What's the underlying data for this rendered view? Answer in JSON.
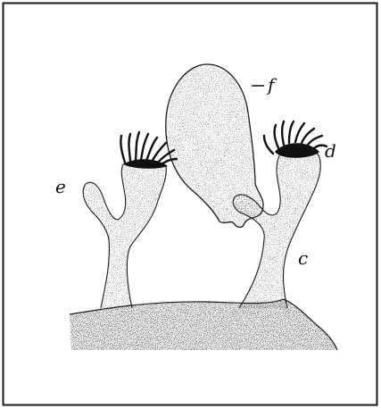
{
  "figure": {
    "labels": {
      "c": "c",
      "d": "d",
      "e": "e",
      "f": "f"
    },
    "colors": {
      "ink": "#1a1a1a",
      "stipple": "#2b2b2b",
      "paper": "#ffffff"
    }
  }
}
